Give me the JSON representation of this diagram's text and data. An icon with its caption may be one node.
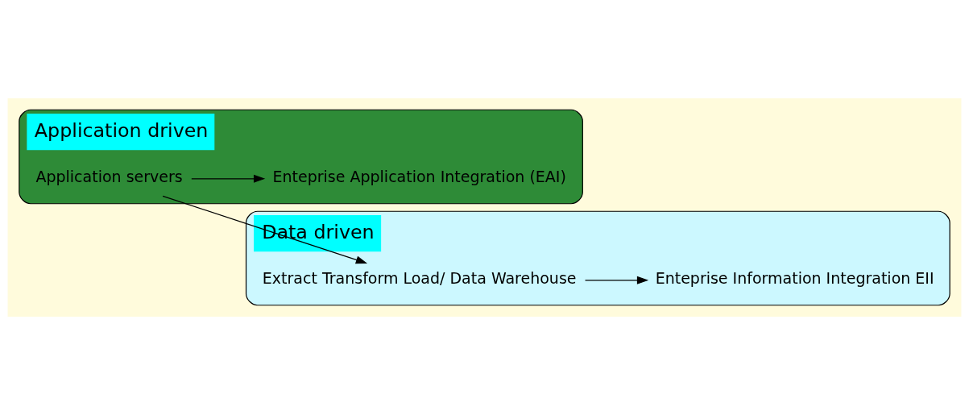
{
  "diagram": {
    "nodes": [
      {
        "text": [
          "Application driven"
        ]
      },
      {
        "text": [
          "Enteprise Application Integration (EAI)"
        ],
        "in": 0
      },
      {
        "text": [
          "Application servers"
        ],
        "in": 0
      },
      {
        "text": [
          "Data driven"
        ]
      },
      {
        "text": [
          "Extract Transform Load/ Data Warehouse"
        ],
        "in": 3
      },
      {
        "text": [
          "Enteprise Information Integration EII"
        ],
        "in": 3
      }
    ],
    "edges": [
      {
        "from": 2,
        "to": 1,
        "arrow": "to"
      },
      {
        "from": 2,
        "to": 4,
        "arrow": "to"
      },
      {
        "from": 4,
        "to": 5,
        "arrow": "to"
      }
    ]
  }
}
